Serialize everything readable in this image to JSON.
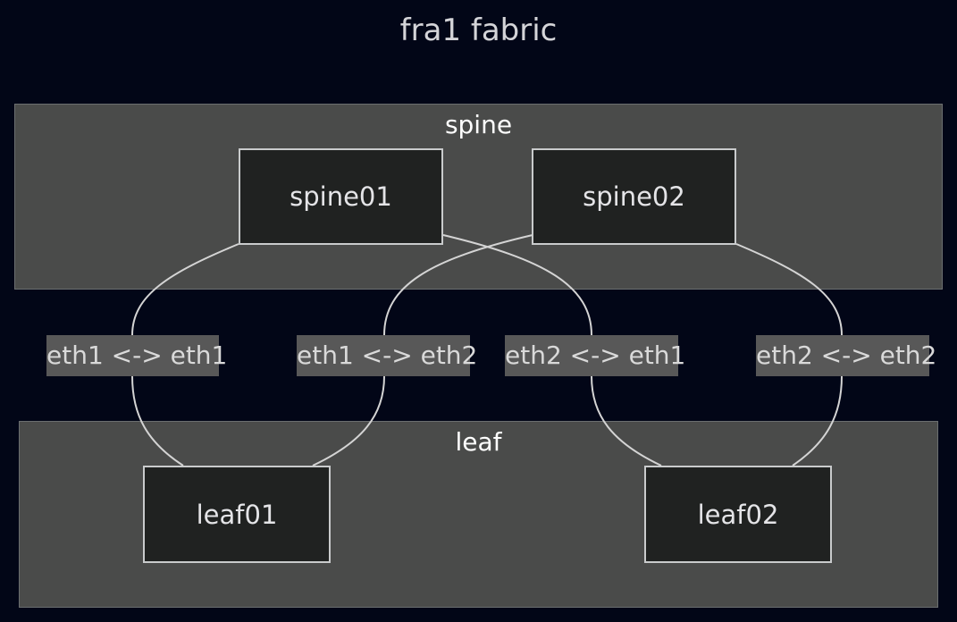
{
  "title": "fra1 fabric",
  "groups": {
    "spine": {
      "label": "spine"
    },
    "leaf": {
      "label": "leaf"
    }
  },
  "nodes": {
    "spine01": "spine01",
    "spine02": "spine02",
    "leaf01": "leaf01",
    "leaf02": "leaf02"
  },
  "links": [
    {
      "from": "spine01",
      "to": "leaf01",
      "label": "eth1 <-> eth1"
    },
    {
      "from": "spine02",
      "to": "leaf01",
      "label": "eth1 <-> eth2"
    },
    {
      "from": "spine01",
      "to": "leaf02",
      "label": "eth2 <-> eth1"
    },
    {
      "from": "spine02",
      "to": "leaf02",
      "label": "eth2 <-> eth2"
    }
  ],
  "colors": {
    "background": "#020617",
    "group_fill": "#4a4b4a",
    "node_fill": "#202221",
    "node_border": "#c9cbcc",
    "link_stroke": "#d4d4d4",
    "label_fill": "#585858"
  }
}
